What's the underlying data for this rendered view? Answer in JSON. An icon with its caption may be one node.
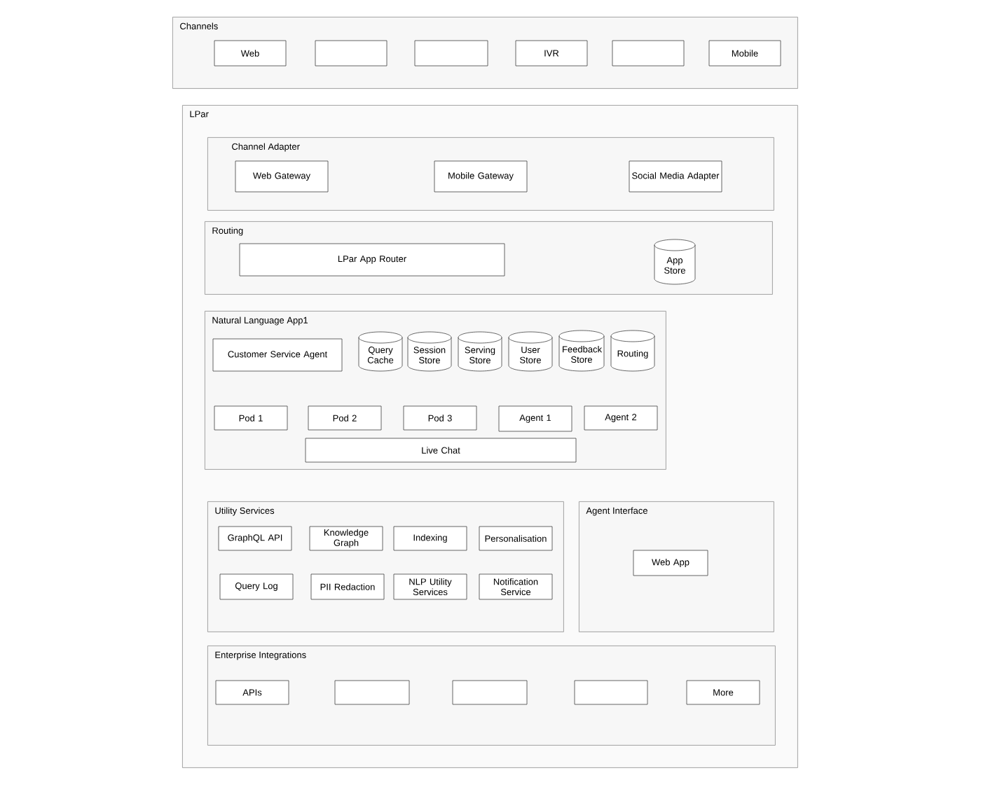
{
  "diagram": {
    "nodes": [
      {
        "text": [
          "Channels"
        ]
      },
      {
        "text": [
          "Web"
        ],
        "in": 0
      },
      {
        "text": [],
        "shape": "box",
        "in": 0
      },
      {
        "text": [],
        "shape": "box",
        "in": 0
      },
      {
        "text": [
          "IVR"
        ],
        "in": 0
      },
      {
        "text": [],
        "shape": "box",
        "in": 0
      },
      {
        "text": [
          "Mobile"
        ],
        "in": 0
      },
      {
        "text": [
          "LPar"
        ]
      },
      {
        "text": [
          "Channel Adapter"
        ],
        "in": 7
      },
      {
        "text": [
          "Web Gateway"
        ],
        "in": 8
      },
      {
        "text": [
          "Mobile Gateway"
        ],
        "in": 8
      },
      {
        "text": [
          "Social Media Adapter"
        ],
        "in": 8
      },
      {
        "text": [
          "Routing"
        ],
        "in": 7
      },
      {
        "text": [
          "LPar App Router"
        ],
        "in": 12
      },
      {
        "text": [
          "App Store"
        ],
        "in": 12
      },
      {
        "text": [
          "Natural Language App1"
        ],
        "in": 7
      },
      {
        "text": [
          "Customer Service Agent"
        ],
        "in": 15
      },
      {
        "text": [
          "Query Cache"
        ],
        "in": 15
      },
      {
        "text": [
          "Session Store"
        ],
        "in": 15
      },
      {
        "text": [
          "Serving Store"
        ],
        "in": 15
      },
      {
        "text": [
          "User Store"
        ],
        "in": 15
      },
      {
        "text": [
          "Feedback Store"
        ],
        "in": 15
      },
      {
        "text": [
          "Routing"
        ],
        "in": 15
      },
      {
        "text": [
          "Pod 1"
        ],
        "in": 15
      },
      {
        "text": [
          "Pod 2"
        ],
        "in": 15
      },
      {
        "text": [
          "Pod 3"
        ],
        "in": 15
      },
      {
        "text": [
          "Agent 1"
        ],
        "in": 15
      },
      {
        "text": [
          "Agent 2"
        ],
        "in": 15
      },
      {
        "text": [
          "Live Chat"
        ],
        "in": 15
      },
      {
        "text": [
          "Utility Services"
        ],
        "in": 7
      },
      {
        "text": [
          "GraphQL API"
        ],
        "in": 29
      },
      {
        "text": [
          "Knowledge Graph"
        ],
        "in": 29
      },
      {
        "text": [
          "Indexing"
        ],
        "in": 29
      },
      {
        "text": [
          "Personalisation"
        ],
        "in": 29
      },
      {
        "text": [
          "Query Log"
        ],
        "in": 29
      },
      {
        "text": [
          "PII Redaction"
        ],
        "in": 29
      },
      {
        "text": [
          "NLP Utility Services"
        ],
        "in": 29
      },
      {
        "text": [
          "Notification Service"
        ],
        "in": 29
      },
      {
        "text": [
          "Agent Interface"
        ],
        "in": 7
      },
      {
        "text": [
          "Web App"
        ],
        "in": 38
      },
      {
        "text": [
          "Enterprise Integrations"
        ],
        "in": 7
      },
      {
        "text": [
          "APIs"
        ],
        "in": 40
      },
      {
        "text": [],
        "shape": "box",
        "in": 40
      },
      {
        "text": [],
        "shape": "box",
        "in": 40
      },
      {
        "text": [],
        "shape": "box",
        "in": 40
      },
      {
        "text": [
          "More"
        ],
        "in": 40
      }
    ]
  }
}
